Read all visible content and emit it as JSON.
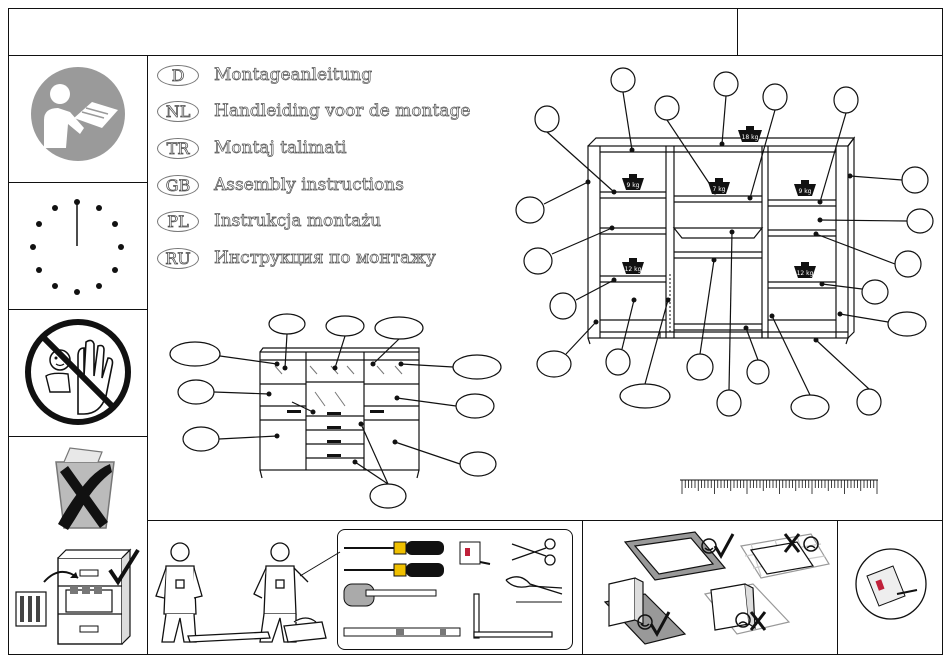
{
  "languages": [
    {
      "code": "D",
      "label": "Montageanleitung"
    },
    {
      "code": "NL",
      "label": "Handleiding voor de montage"
    },
    {
      "code": "TR",
      "label": "Montaj  talimati"
    },
    {
      "code": "GB",
      "label": "Assembly instructions"
    },
    {
      "code": "PL",
      "label": "Instrukcja montażu"
    },
    {
      "code": "RU",
      "label": "Инструкция по монтажу"
    }
  ],
  "weights": {
    "top": "18 kg",
    "upper_left": "9 kg",
    "upper_mid": "7 kg",
    "upper_right": "9 kg",
    "lower_left": "12 kg",
    "lower_right": "12 kg"
  },
  "icons": [
    "read-manual-icon",
    "clock-icon",
    "no-children-icon",
    "no-disposal-icon",
    "keep-manual-icon",
    "screwdriver-icon",
    "hammer-icon",
    "tape-measure-icon",
    "scissors-icon",
    "pliers-icon",
    "spirit-level-icon",
    "square-icon",
    "happy-face-icon",
    "sad-face-icon",
    "check-icon",
    "cross-icon"
  ]
}
